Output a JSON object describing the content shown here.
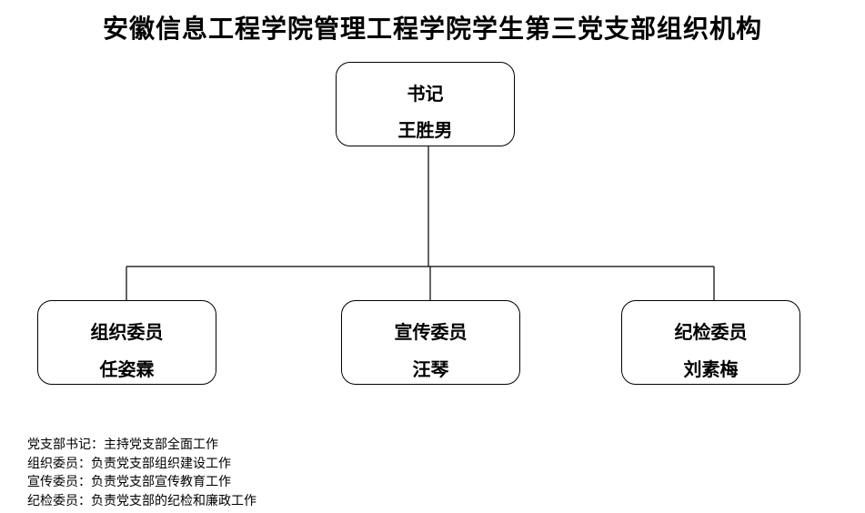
{
  "title": "安徽信息工程学院管理工程学院学生第三党支部组织机构",
  "secretary": {
    "role": "书记",
    "name": "王胜男"
  },
  "members": [
    {
      "role": "组织委员",
      "name": "任姿霖"
    },
    {
      "role": "宣传委员",
      "name": "汪琴"
    },
    {
      "role": "纪检委员",
      "name": "刘素梅"
    }
  ],
  "notes": [
    "党支部书记：主持党支部全面工作",
    "组织委员：负责党支部组织建设工作",
    "宣传委员：负责党支部宣传教育工作",
    "纪检委员：负责党支部的纪检和廉政工作"
  ]
}
